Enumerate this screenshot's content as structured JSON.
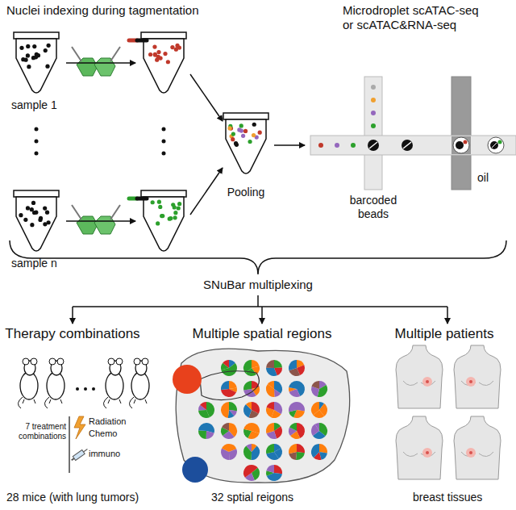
{
  "diagram": {
    "labels": [
      "Nuclei indexing during tagmentation",
      "Microdroplet scATAC-seq or scATAC&RNA-seq",
      "sample 1",
      "sample n",
      "Pooling",
      "barcoded beads",
      "oil",
      "SNuBar multiplexing",
      "Therapy combinations",
      "Multiple spatial regions",
      "Multiple patients",
      "7 treatment combinations",
      "Radiation",
      "Chemo",
      "immuno",
      "28 mice (with lung tumors)",
      "32 sptial reigons",
      "breast tissues"
    ]
  }
}
